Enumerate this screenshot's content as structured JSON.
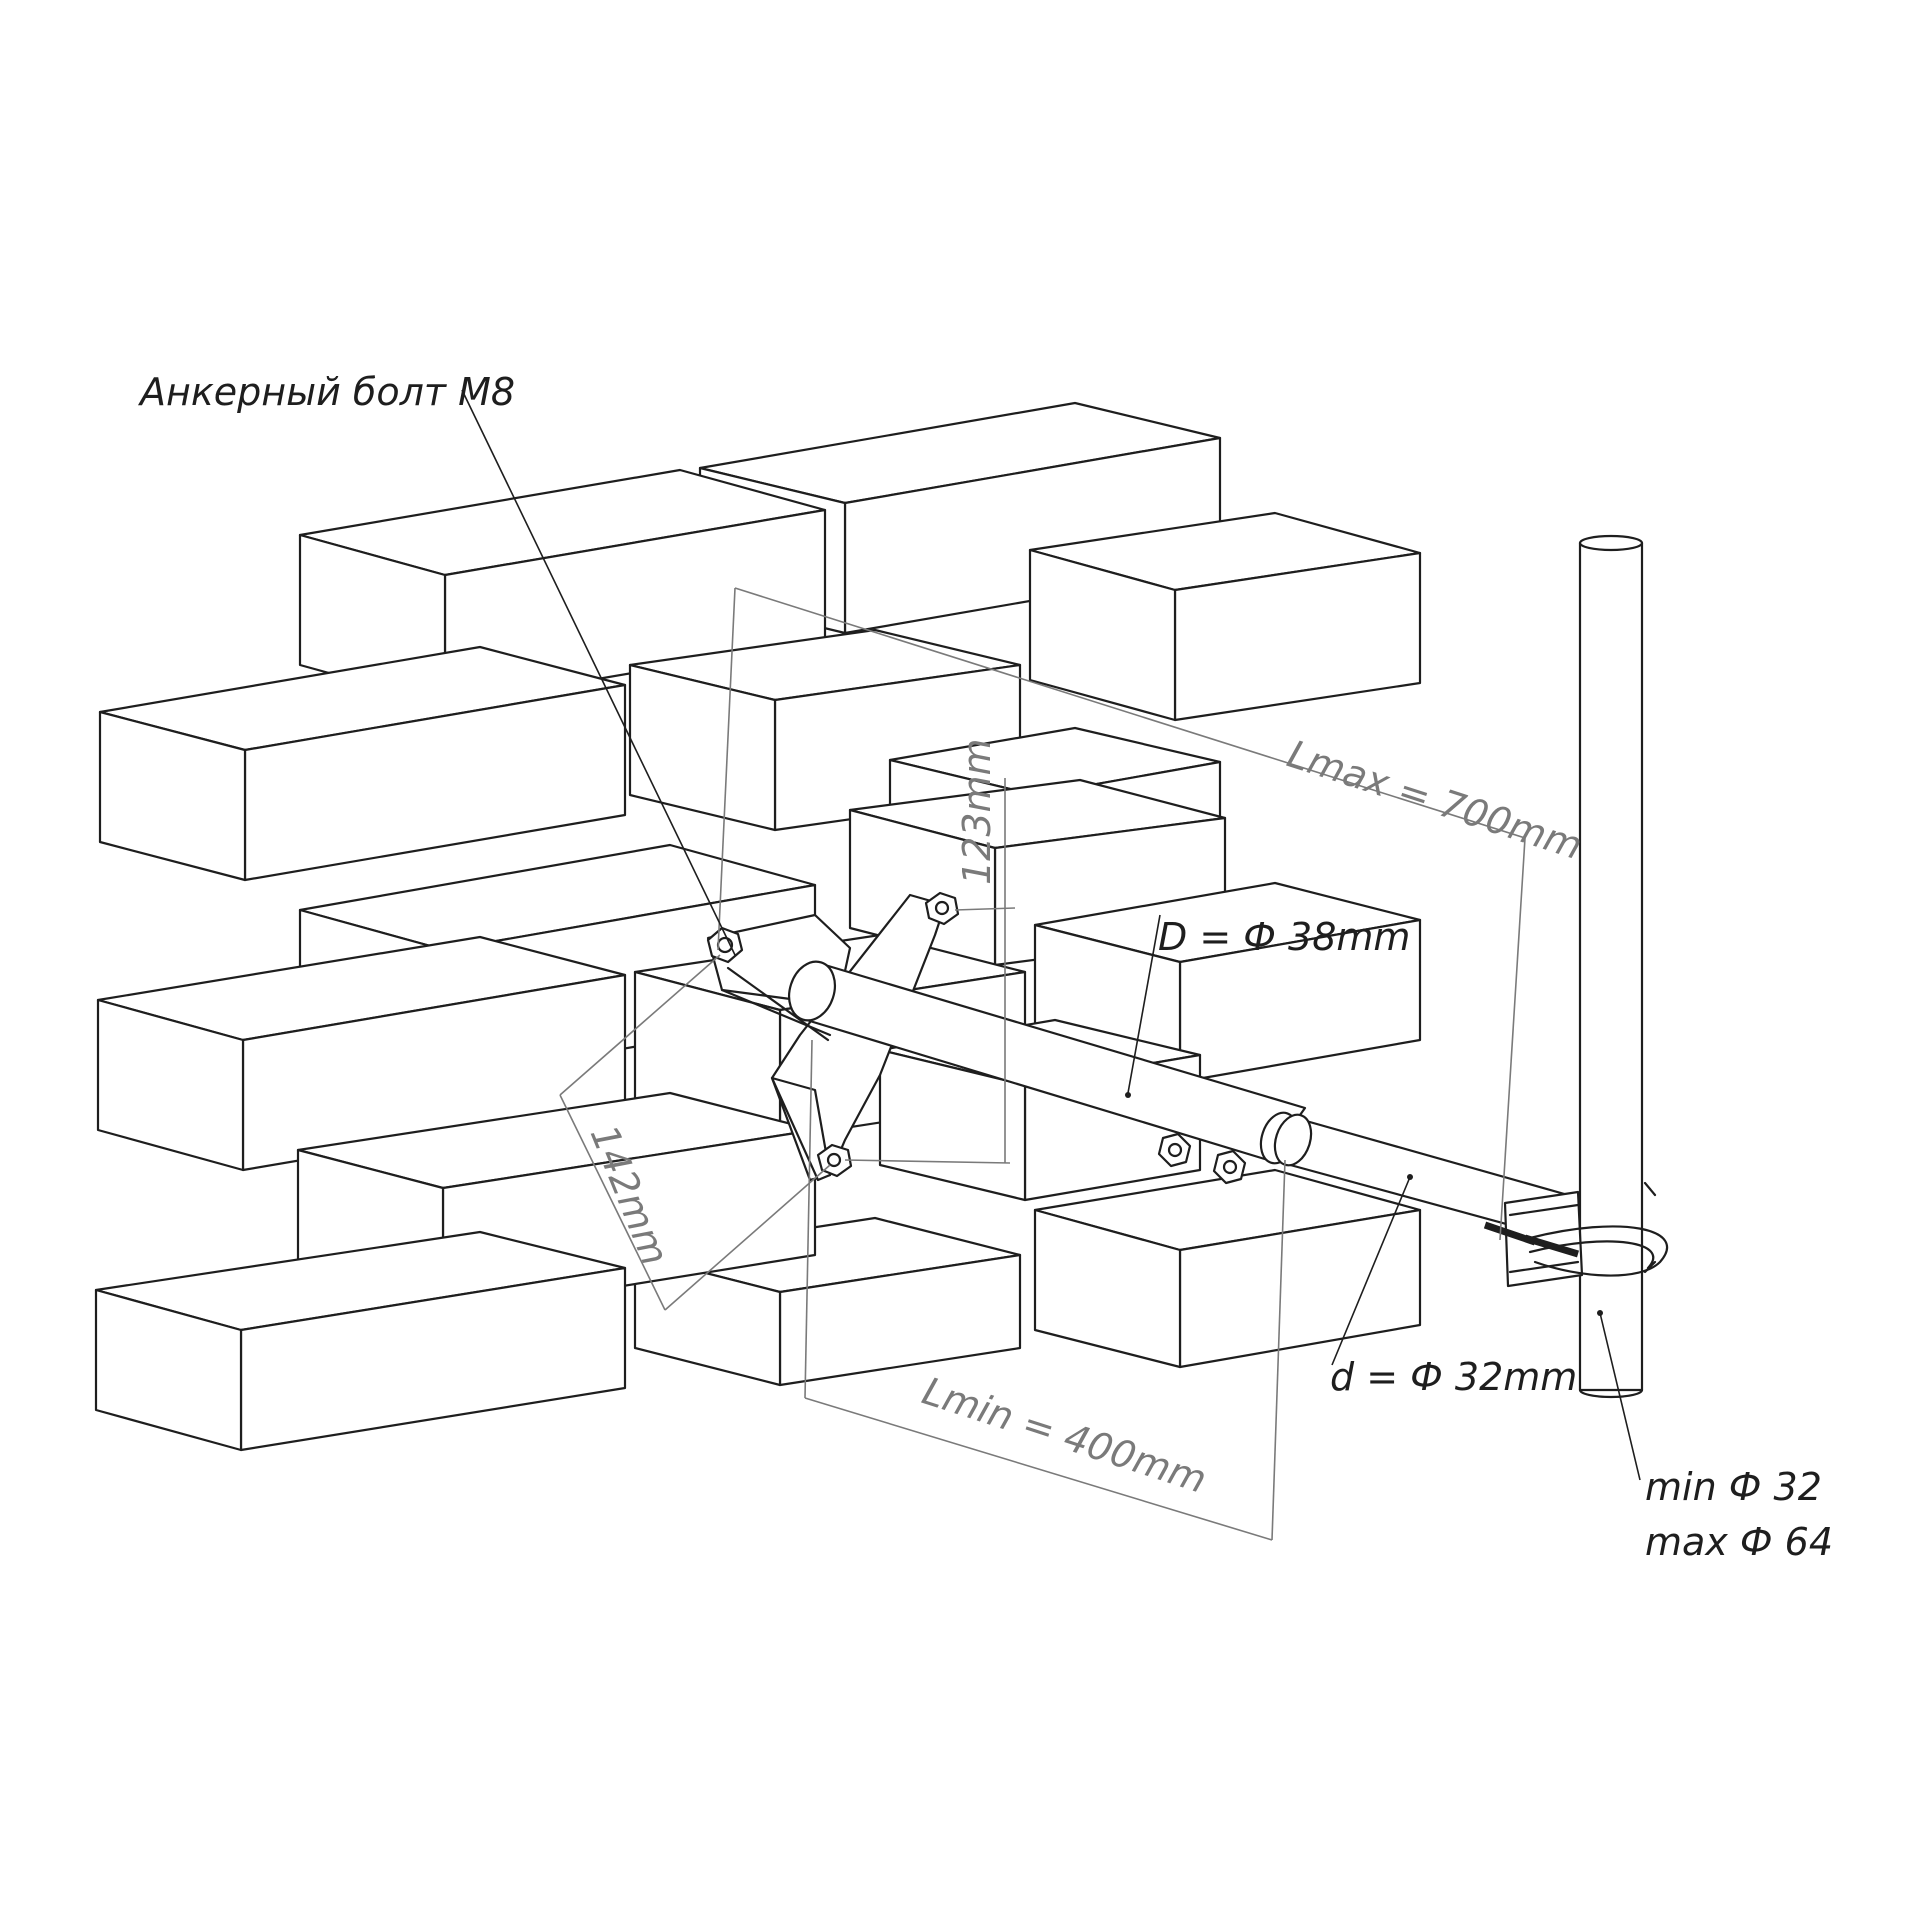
{
  "labels": {
    "anchor_bolt": "Анкерный болт М8",
    "dim_lmax": "Lmax = 700mm",
    "dim_123": "123mm",
    "dim_142": "142mm",
    "dim_lmin": "Lmin = 400mm",
    "outer_pipe": "D = Ф 38mm",
    "inner_pipe": "d = Ф 32mm",
    "mast_min": "min Ф 32",
    "mast_max": "max Ф 64"
  },
  "colors": {
    "line": "#1e1e1e",
    "dimension": "#7a7a7a",
    "background": "#ffffff"
  }
}
